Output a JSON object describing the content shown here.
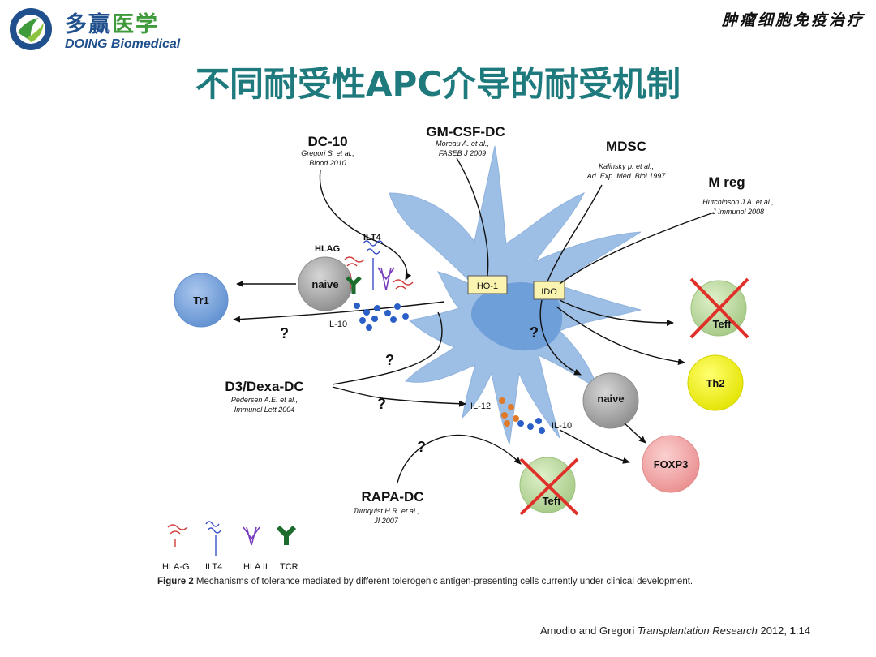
{
  "header": {
    "logo_cn_a": "多赢",
    "logo_cn_b": "医学",
    "logo_en": "DOING Biomedical",
    "tagline": "肿瘤细胞免疫治疗",
    "title": "不同耐受性APC介导的耐受机制"
  },
  "diagram": {
    "dc_types": [
      {
        "name": "DC-10",
        "ref1": "Gregori S. et al.,",
        "ref2": "Blood 2010"
      },
      {
        "name": "GM-CSF-DC",
        "ref1": "Moreau A. et al.,",
        "ref2": "FASEB J 2009"
      },
      {
        "name": "MDSC",
        "ref1": "Kalinsky p. et al.,",
        "ref2": "Ad. Exp. Med. Biol 1997"
      },
      {
        "name": "M reg",
        "ref1": "Hutchinson J.A. et al.,",
        "ref2": "J Immunol 2008"
      },
      {
        "name": "D3/Dexa-DC",
        "ref1": "Pedersen A.E. et al.,",
        "ref2": "Immunol Lett 2004"
      },
      {
        "name": "RAPA-DC",
        "ref1": "Turnquist H.R. et al.,",
        "ref2": "JI 2007"
      }
    ],
    "molecules": {
      "hlag": "HLAG",
      "ilt4": "ILT4",
      "ho1": "HO-1",
      "ido": "IDO",
      "il10_left": "IL-10",
      "il12": "IL-12",
      "il10_right": "IL-10"
    },
    "cells": {
      "tr1": "Tr1",
      "naive_left": "naive",
      "teff_top": "Teff",
      "th2": "Th2",
      "naive_right": "naive",
      "foxp3": "FOXP3",
      "teff_bottom": "Teff"
    },
    "question_mark": "?",
    "legend": [
      "HLA-G",
      "ILT4",
      "HLA II",
      "TCR"
    ],
    "colors": {
      "dc_body": "#9dbfe6",
      "nucleus": "#6f9fd8",
      "tr1": "#7aa6db",
      "naive": "#a8a8a8",
      "teff": "#b9d898",
      "th2": "#f2f20a",
      "foxp3": "#f2a4a4",
      "cross": "#e0302a",
      "dot_blue": "#2a5fc7",
      "dot_orange": "#e07a2a",
      "box": "#fbf3b0"
    }
  },
  "caption": {
    "label": "Figure 2",
    "text": " Mechanisms of tolerance mediated by different tolerogenic antigen-presenting cells currently under clinical development."
  },
  "citation": {
    "authors": "Amodio and Gregori ",
    "journal": "Transplantation Research",
    "year": " 2012, ",
    "volume": "1",
    "page": ":14"
  }
}
